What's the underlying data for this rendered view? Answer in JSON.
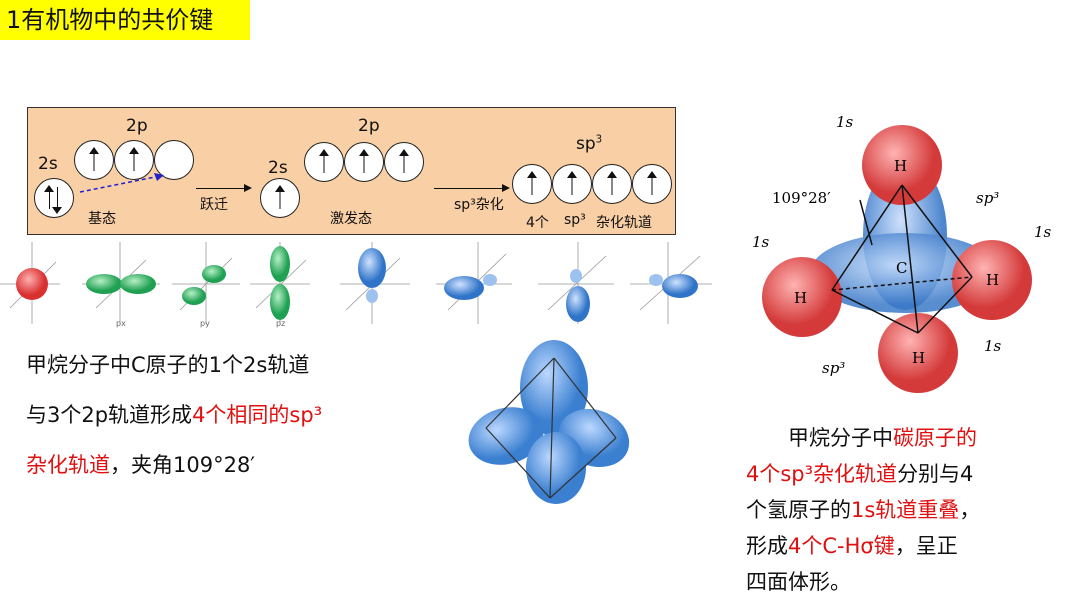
{
  "title": "1有机物中的共价键",
  "energy": {
    "ground_2s": "2s",
    "ground_2p": "2p",
    "ground_label": "基态",
    "jump_label": "跃迁",
    "excited_2s": "2s",
    "excited_2p": "2p",
    "excited_label": "激发态",
    "hybrid_arrow_label": "sp³杂化",
    "hybrid_top": "sp",
    "hybrid_top_sup": "3",
    "hybrid_bottom_a": "4个",
    "hybrid_bottom_b": "sp³",
    "hybrid_bottom_c": "杂化轨道"
  },
  "orbital_labels": {
    "px": "px",
    "py": "py",
    "pz": "pz"
  },
  "left_text": {
    "line1": "甲烷分子中C原子的1个2s轨道",
    "line2a": "与3个2p轨道形成",
    "line2b": "4个相同的sp³",
    "line3a": "杂化轨道",
    "line3b": "，夹角109°28′"
  },
  "methane": {
    "h": "H",
    "c": "C",
    "angle": "109°28′",
    "s1": "1s",
    "sp3": "sp³"
  },
  "right_text": {
    "p1": "甲烷分子中",
    "p2": "碳原子的",
    "p3": "4个sp³杂化轨道",
    "p4": "分别与4",
    "p5": "个氢原子的",
    "p6": "1s轨道重叠",
    "p7": "，",
    "p8": "形成",
    "p9": "4个C-Hσ键",
    "p10": "，呈正",
    "p11": "四面体形。"
  },
  "colors": {
    "accent_red": "#e01010",
    "title_bg": "#ffff00",
    "box_bg": "#f9cfa5"
  }
}
